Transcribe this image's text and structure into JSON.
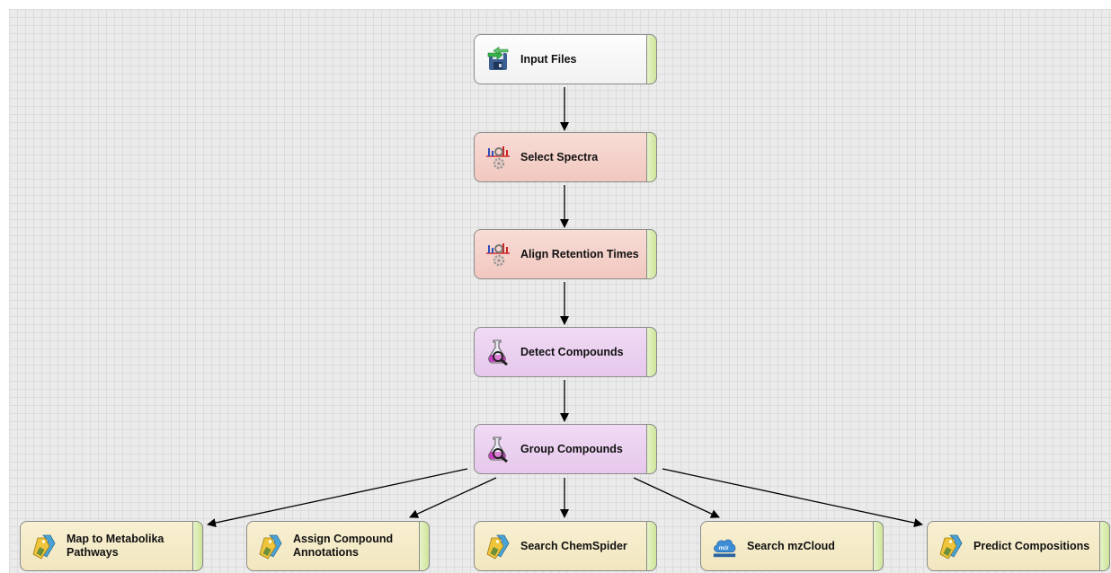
{
  "workflow": {
    "nodes": [
      {
        "label": "Input Files",
        "icon": "floppy-disk-icon"
      },
      {
        "label": "Select Spectra",
        "icon": "spectrum-gear-icon"
      },
      {
        "label": "Align Retention Times",
        "icon": "spectrum-gear-icon"
      },
      {
        "label": "Detect Compounds",
        "icon": "flask-magnifier-icon"
      },
      {
        "label": "Group Compounds",
        "icon": "flask-magnifier-icon"
      },
      {
        "label": "Map to Metabolika Pathways",
        "icon": "tags-icon"
      },
      {
        "label": "Assign Compound Annotations",
        "icon": "tags-icon"
      },
      {
        "label": "Search ChemSpider",
        "icon": "tags-icon"
      },
      {
        "label": "Search mzCloud",
        "icon": "mzcloud-icon"
      },
      {
        "label": "Predict Compositions",
        "icon": "tags-icon"
      }
    ],
    "edges": [
      [
        "Input Files",
        "Select Spectra"
      ],
      [
        "Select Spectra",
        "Align Retention Times"
      ],
      [
        "Align Retention Times",
        "Detect Compounds"
      ],
      [
        "Detect Compounds",
        "Group Compounds"
      ],
      [
        "Group Compounds",
        "Map to Metabolika Pathways"
      ],
      [
        "Group Compounds",
        "Assign Compound Annotations"
      ],
      [
        "Group Compounds",
        "Search ChemSpider"
      ],
      [
        "Group Compounds",
        "Search mzCloud"
      ],
      [
        "Group Compounds",
        "Predict Compositions"
      ]
    ],
    "colors": {
      "input": "#f4f4f4",
      "processing": "#f4d0c8",
      "detection": "#ecd2f0",
      "annotation": "#f5ebc8",
      "tab": "#d8ebb0",
      "arrow": "#000000"
    }
  }
}
